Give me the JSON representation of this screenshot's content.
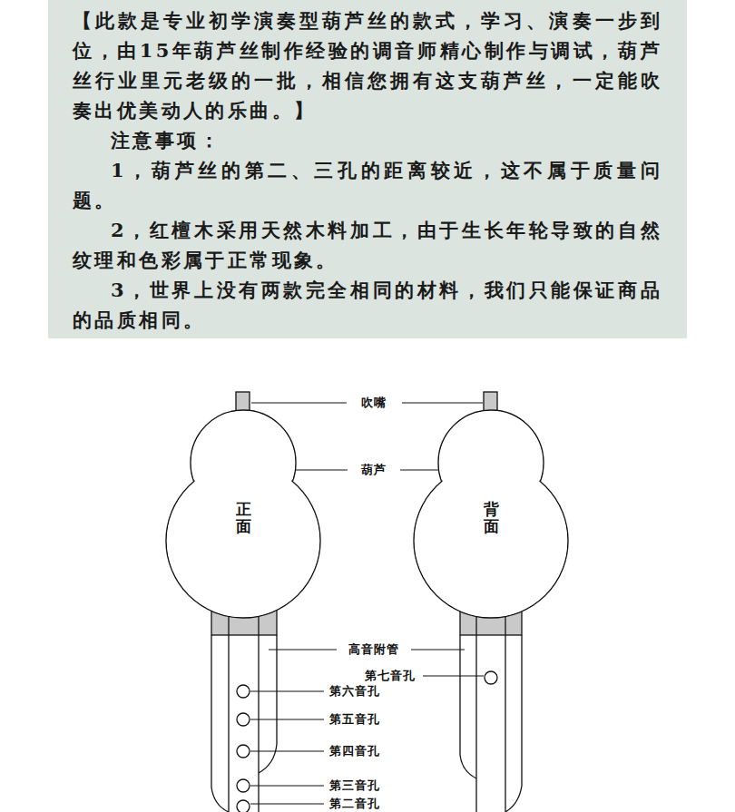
{
  "diagram": {
    "nodes": [
      {
        "text": [
          "【此款是专业初学演奏型葫芦丝的款式，学习、演奏一步到位，由15年葫芦丝制作经验的调音师精心制作与调试，葫芦丝行业里元老级的一批，相信您拥有这支葫芦丝，一定能吹奏出优美动人的乐曲。】",
          "注意事项：",
          "1，葫芦丝的第二、三孔的距离较近，这不属于质量问题。",
          "2，红檀木采用天然木料加工，由于生长年轮导致的自然纹理和色彩属于正常现象。",
          "3，世界上没有两款完全相同的材料，我们只能保证商品的品质相同。"
        ]
      },
      {
        "text": [
          "正面"
        ]
      },
      {
        "text": [
          "背面"
        ]
      }
    ],
    "labels": [
      "吹嘴",
      "葫芦",
      "高音附管",
      "第七音孔",
      "第六音孔",
      "第五音孔",
      "第四音孔",
      "第三音孔",
      "第二音孔"
    ]
  }
}
